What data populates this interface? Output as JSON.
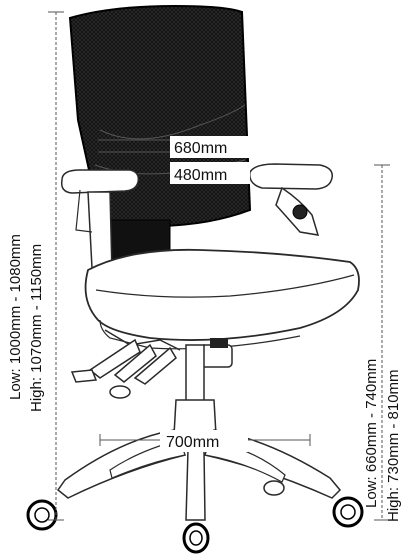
{
  "dimensions": {
    "backrest_height": "680mm",
    "seat_width": "480mm",
    "base_width": "700mm",
    "overall_low": "Low: 1000mm - 1080mm",
    "overall_high": "High: 1070mm - 1150mm",
    "seat_low": "Low: 660mm - 740mm",
    "seat_high": "High: 730mm - 810mm"
  },
  "colors": {
    "mesh": "#0d0d0d",
    "outline": "#2a2a2a",
    "dim_line": "#555555"
  }
}
